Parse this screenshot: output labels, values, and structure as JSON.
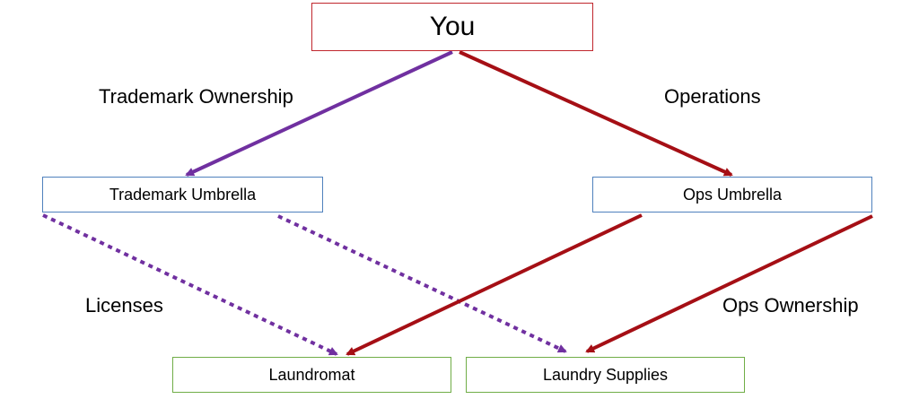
{
  "nodes": {
    "you": "You",
    "trademark_umbrella": "Trademark Umbrella",
    "ops_umbrella": "Ops Umbrella",
    "laundromat": "Laundromat",
    "laundry_supplies": "Laundry Supplies"
  },
  "edge_labels": {
    "trademark_ownership": "Trademark Ownership",
    "operations": "Operations",
    "licenses": "Licenses",
    "ops_ownership": "Ops Ownership"
  },
  "colors": {
    "trademark_edge": "#7030a0",
    "operations_edge": "#a50f15",
    "you_border": "#c0262d",
    "umbrella_border": "#4f81bd",
    "business_border": "#70ad47"
  }
}
